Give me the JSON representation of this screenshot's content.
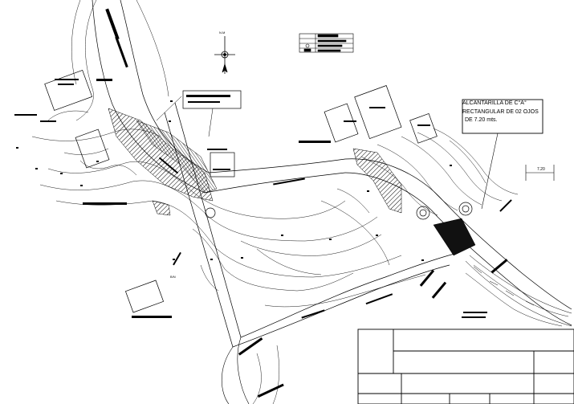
{
  "drawing": {
    "callout_lines": [
      "ALCANTARILLA DE C°A°",
      "RECTANGULAR DE 02 OJOS",
      "DE 7.20 mts."
    ],
    "scale_label": "7.20",
    "north_label": "N.M",
    "detail_label": "B/N"
  },
  "colors": {
    "ink": "#000000",
    "paper": "#ffffff"
  },
  "icons": [
    "north-arrow-icon"
  ]
}
